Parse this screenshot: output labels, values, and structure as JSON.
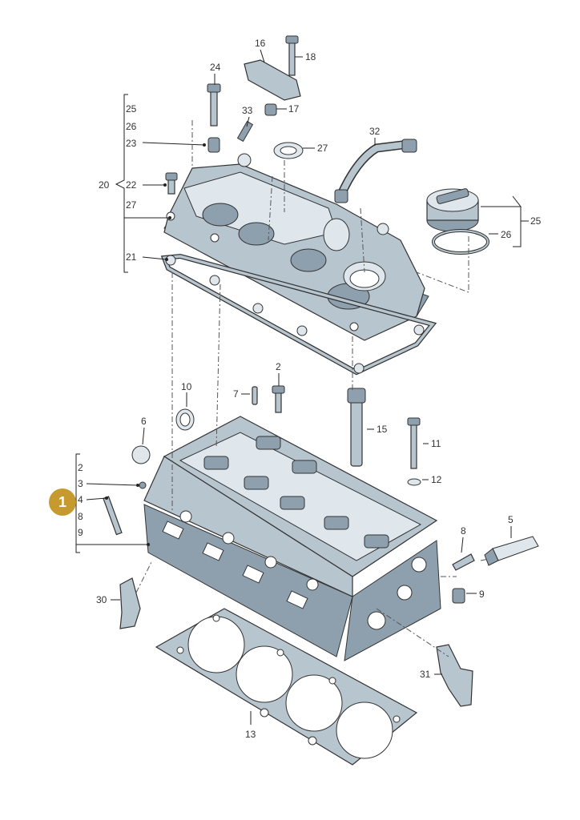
{
  "callouts": {
    "c20": "20",
    "c25a": "25",
    "c26a": "26",
    "c23": "23",
    "c22": "22",
    "c27a": "27",
    "c21": "21",
    "c24": "24",
    "c33": "33",
    "c16": "16",
    "c18": "18",
    "c17": "17",
    "c27b": "27",
    "c32": "32",
    "c25b": "25",
    "c26b": "26",
    "c10": "10",
    "c7": "7",
    "c2a": "2",
    "c6": "6",
    "c15": "15",
    "c11": "11",
    "c12": "12",
    "c2b": "2",
    "c3": "3",
    "c4": "4",
    "c8a": "8",
    "c9a": "9",
    "c8b": "8",
    "c5": "5",
    "c9b": "9",
    "c30": "30",
    "c31": "31",
    "c13": "13"
  },
  "badge": "1"
}
